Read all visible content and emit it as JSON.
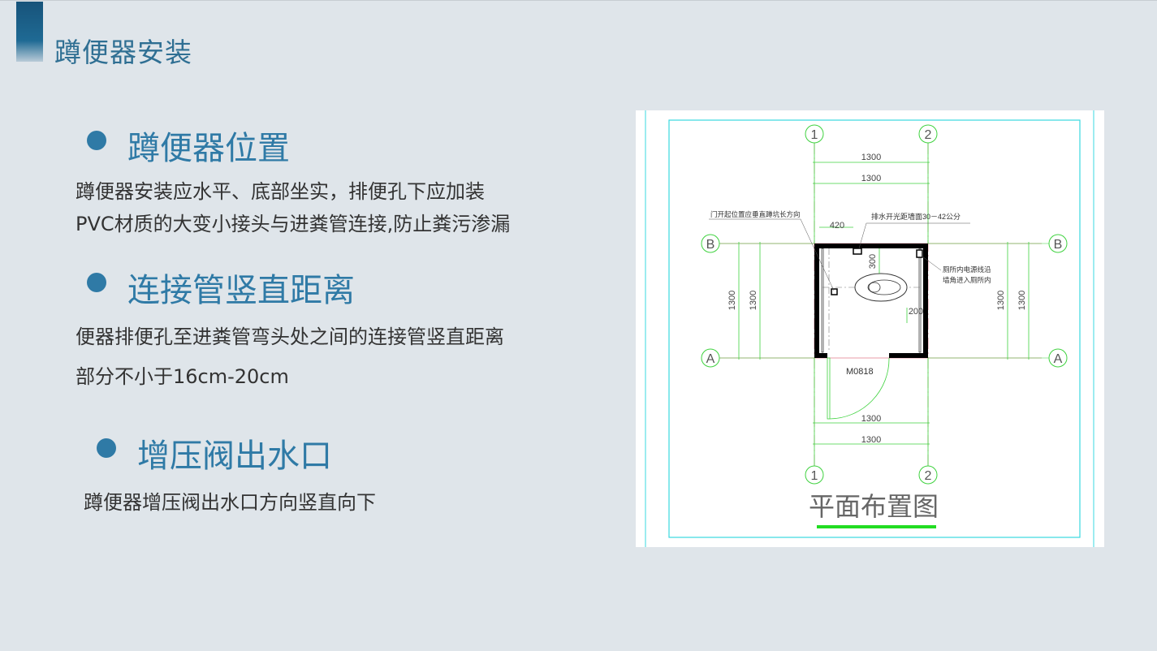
{
  "page": {
    "title": "蹲便器安装"
  },
  "sections": [
    {
      "heading": "蹲便器位置",
      "lines": [
        "蹲便器安装应水平、底部坐实，排便孔下应加装",
        "PVC材质的大变小接头与进粪管连接,防止粪污渗漏"
      ]
    },
    {
      "heading": "连接管竖直距离",
      "lines": [
        "便器排便孔至进粪管弯头处之间的连接管竖直距离",
        "部分不小于16cm-20cm"
      ]
    },
    {
      "heading": "增压阀出水口",
      "lines": [
        "蹲便器增压阀出水口方向竖直向下"
      ]
    }
  ],
  "plan": {
    "caption": "平面布置图",
    "axis_top_left": "1",
    "axis_top_right": "2",
    "axis_bottom_left": "1",
    "axis_bottom_right": "2",
    "axis_b": "B",
    "axis_a": "A",
    "dim_top_1": "1300",
    "dim_top_2": "1300",
    "dim_bottom_1": "1300",
    "dim_bottom_2": "1300",
    "dim_left_1": "1300",
    "dim_left_2": "1300",
    "dim_right_1": "1300",
    "dim_right_2": "1300",
    "dim_420": "420",
    "dim_300": "300",
    "dim_200": "200",
    "door_label": "M0818",
    "note_door": "门开起位置应垂直蹲坑长方向",
    "note_drain": "排水开光距墙面30－42公分",
    "note_wire_1": "厕所内电源线沿",
    "note_wire_2": "墙角进入厕所内",
    "colors": {
      "frame": "#38d8e0",
      "dim": "#3fd23f",
      "axis_line": "#e07a8a",
      "wall": "#000000",
      "caption_underline": "#22dd22"
    }
  }
}
